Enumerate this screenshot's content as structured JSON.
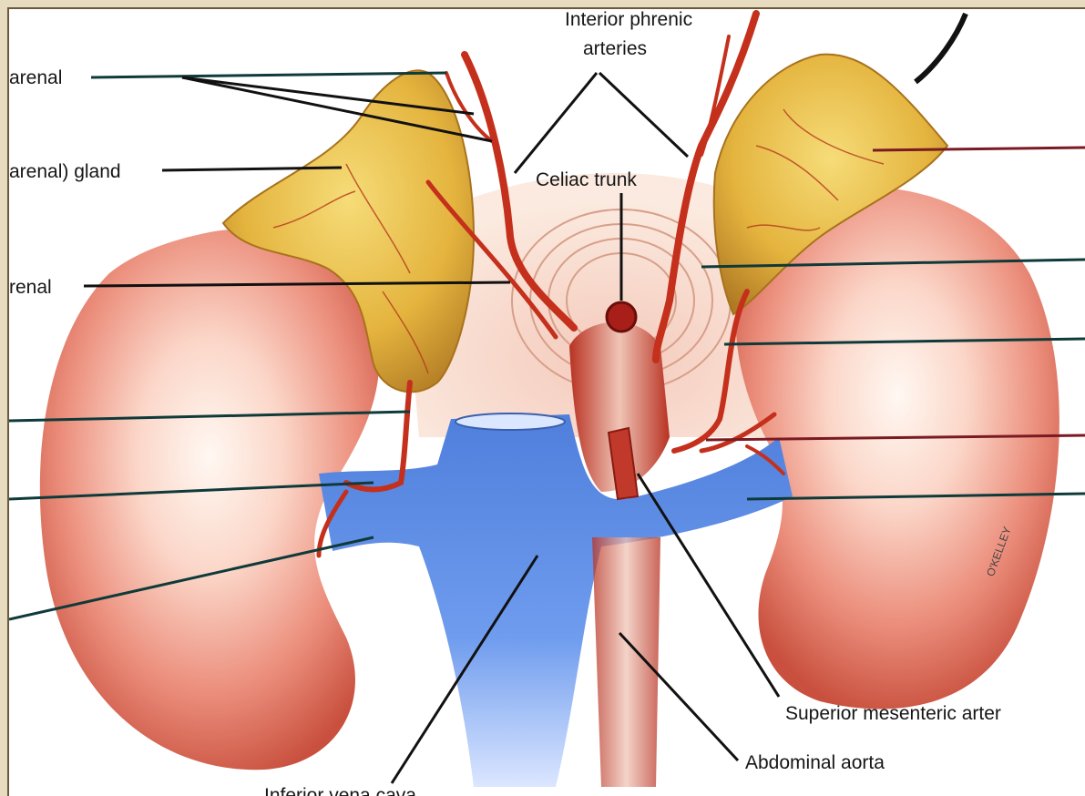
{
  "figure": {
    "labels": {
      "inferior_phrenic_line1": "Interior phrenic",
      "inferior_phrenic_line2": "arteries",
      "suprarenal_upper": "arenal",
      "suprarenal_gland": "arenal) gland",
      "suprarenal_lower": "renal",
      "celiac_trunk": "Celiac trunk",
      "superior_mesenteric_artery": "Superior mesenteric arter",
      "abdominal_aorta": "Abdominal aorta",
      "inferior_vena_cava": "Inferior vena cava",
      "signature": "O'KELLEY"
    },
    "colors": {
      "frame": "#e8dcc0",
      "kidney": "#e07a6a",
      "kidney_highlight": "#fff4ec",
      "adrenal": "#e2b040",
      "artery": "#c8301e",
      "vein": "#5b8fe6",
      "leader_line": "#1a1a1a",
      "leader_line_right": "#8a1a22"
    }
  }
}
